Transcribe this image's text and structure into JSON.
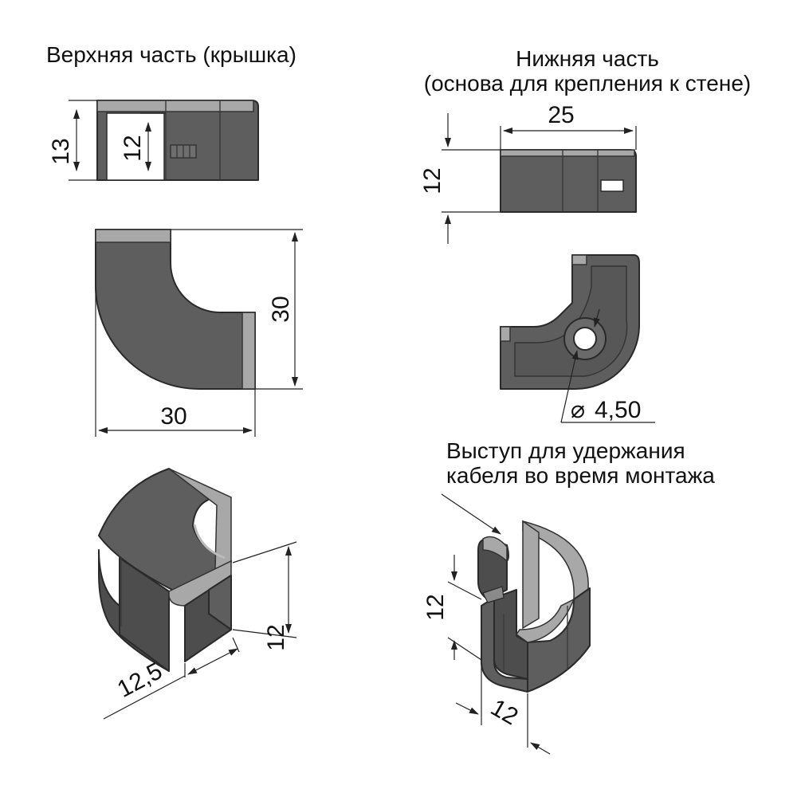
{
  "headings": {
    "top_part": "Верхняя часть (крышка)",
    "bottom_part_line1": "Нижняя часть",
    "bottom_part_line2": "(основа для крепления к стене)",
    "callout_line1": "Выступ для удержания",
    "callout_line2": "кабеля во время монтажа"
  },
  "dimensions": {
    "cap_height_outer": "13",
    "cap_height_inner": "12",
    "cap_plan_height": "30",
    "cap_plan_width": "30",
    "cap_iso_width": "12,5",
    "cap_iso_height": "12",
    "base_width": "25",
    "base_height": "12",
    "base_hole_diameter": "4,50",
    "base_iso_height": "12",
    "base_iso_width": "12"
  },
  "colors": {
    "part_fill": "#5e5e5e",
    "part_highlight": "#a8a8a8",
    "dimension_line": "#222222"
  }
}
